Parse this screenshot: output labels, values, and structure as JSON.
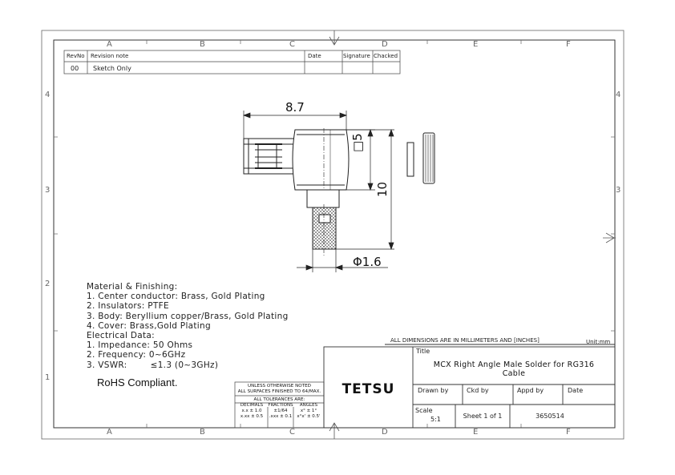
{
  "zones": {
    "top": [
      "A",
      "B",
      "C",
      "D",
      "E",
      "F"
    ],
    "bottom": [
      "A",
      "B",
      "C",
      "D",
      "E",
      "F"
    ],
    "left": [
      "4",
      "3",
      "2",
      "1"
    ],
    "right": [
      "4",
      "3"
    ]
  },
  "revision": {
    "headers": {
      "rev_no": "RevNo",
      "note": "Revision note",
      "date": "Date",
      "signature": "Signature",
      "checked": "Chacked"
    },
    "rows": [
      {
        "rev": "00",
        "note": "Sketch Only"
      }
    ]
  },
  "dims": {
    "length": "8.7",
    "square": "□5",
    "height": "10",
    "diameter": "Φ1.6"
  },
  "notes": {
    "heading": "Material & Finishing:",
    "lines": [
      "1. Center conductor: Brass, Gold Plating",
      "2. Insulators: PTFE",
      "3. Body: Beryllium copper/Brass, Gold Plating",
      "4. Cover: Brass,Gold Plating"
    ],
    "elec_heading": "Electrical Data:",
    "elec_lines": [
      "1. Impedance: 50 Ohms",
      "2. Frequency: 0~6GHz",
      "3. VSWR:        ≤1.3 (0~3GHz)"
    ],
    "rohs": "RoHS Compliant."
  },
  "tolerance": {
    "l1": "UNLESS OTHERWISE NOTED",
    "l2": "ALL SURFACES FINISHED TO 64/MAX.",
    "l3": "ALL TOLERANCES ARE:",
    "col1_head": "DECIMALS",
    "col1_a": "x.x ± 1.0",
    "col1_b": "x.xx ± 0.5",
    "col2_head": "FRACTIONS",
    "col2_a": "±1/64",
    "col2_b": ".xxx ± 0.1",
    "col3_head": "ANGLES",
    "col3_a": "x° ± 1°",
    "col3_b": "x°x' ± 0.5'"
  },
  "title_block": {
    "dim_note": "ALL DIMENSIONS ARE IN MILLIMETERS AND [INCHES]",
    "unit": "Unit:mm",
    "title_label": "Title",
    "title_line1": "MCX Right Angle Male Solder for RG316",
    "title_line2": "Cable",
    "company": "TETSU",
    "drawn_by": "Drawn by",
    "ckd_by": "Ckd by",
    "appd_by": "Appd by",
    "date": "Date",
    "scale_label": "Scale",
    "scale_value": "5:1",
    "sheet": "Sheet 1 of 1",
    "part_no": "3650514"
  },
  "colors": {
    "line": "#222222",
    "frame": "#555555",
    "zone_text": "#666666"
  }
}
